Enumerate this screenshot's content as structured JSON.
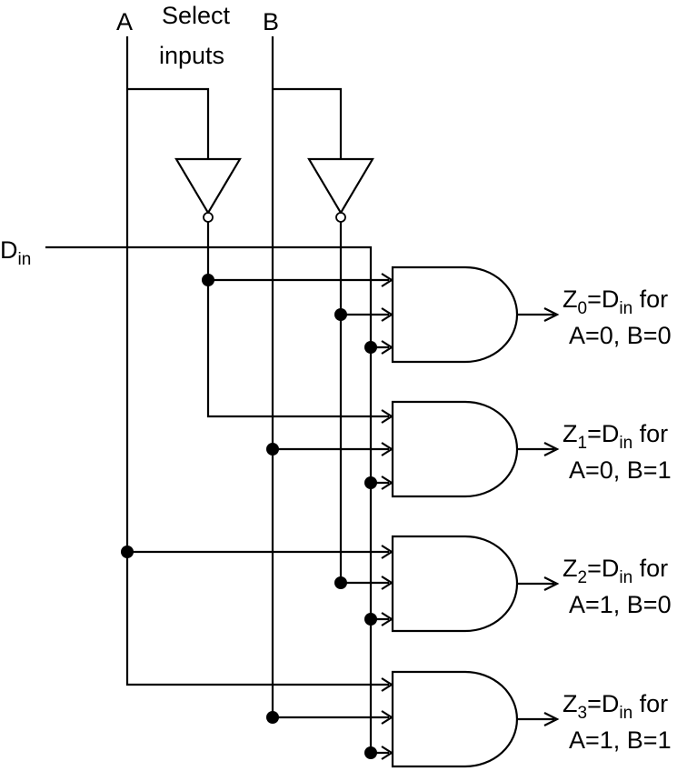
{
  "labels": {
    "input_a": "A",
    "input_b": "B",
    "select_line1": "Select",
    "select_line2": "inputs",
    "din_main": "D",
    "din_sub": "in"
  },
  "outputs": [
    {
      "z": "Z",
      "z_sub": "0",
      "eq": "=D",
      "d_sub": "in",
      "for": " for",
      "cond": "A=0, B=0"
    },
    {
      "z": "Z",
      "z_sub": "1",
      "eq": "=D",
      "d_sub": "in",
      "for": " for",
      "cond": "A=0, B=1"
    },
    {
      "z": "Z",
      "z_sub": "2",
      "eq": "=D",
      "d_sub": "in",
      "for": " for",
      "cond": "A=1, B=0"
    },
    {
      "z": "Z",
      "z_sub": "3",
      "eq": "=D",
      "d_sub": "in",
      "for": " for",
      "cond": "A=1, B=1"
    }
  ]
}
